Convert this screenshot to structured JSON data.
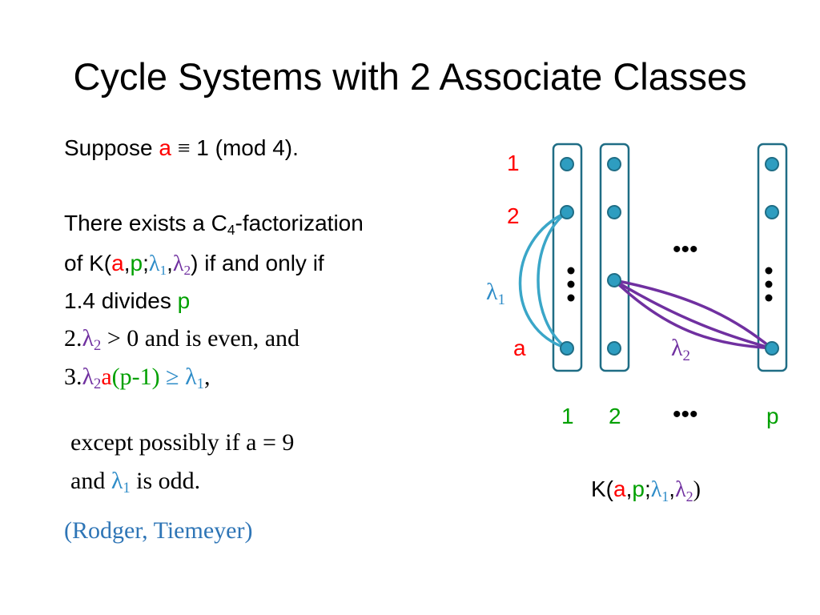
{
  "title": "Cycle Systems with 2 Associate Classes",
  "colors": {
    "red": "#ff0000",
    "green": "#00a000",
    "blue": "#2e8cc8",
    "purple": "#7030a0",
    "node_fill": "#2e9dc0",
    "node_stroke": "#1f6d85",
    "column_stroke": "#1f6d85"
  },
  "text": {
    "suppose": "Suppose",
    "a": "a",
    "equiv": "≡",
    "mod": "1 (mod 4).",
    "there_exists": "There exists a C",
    "four": "4",
    "factorization": "-factorization",
    "of_k": "of K(",
    "p": "p",
    "comma": ",",
    "semicolon": ";",
    "lambda": "λ",
    "one": "1",
    "two": "2",
    "if_only_if": ") if and only if",
    "item1": "1.4 divides",
    "item2_num": "2.",
    "item2_text": " > 0 and is even, and",
    "item3_num": "3.",
    "item3_mid": "(p-1) ≥",
    "item3_end": ",",
    "except1": "except possibly if a = 9",
    "and": "and",
    "is_odd": "is odd.",
    "citation": "(Rodger, Tiemeyer)"
  },
  "diagram": {
    "row_labels": [
      "1",
      "2",
      "a"
    ],
    "column_labels": [
      "1",
      "2",
      "•••",
      "p"
    ],
    "edge_label_1": {
      "lambda": "λ",
      "sub": "1"
    },
    "edge_label_2": {
      "lambda": "λ",
      "sub": "2"
    },
    "ellipsis_h": "•••",
    "caption": {
      "k_open": "K(",
      "a": "a",
      "comma": ",",
      "p": "p",
      "semicolon": ";",
      "lambda": "λ",
      "sub1": "1",
      "sub2": "2",
      "close": ")"
    }
  }
}
